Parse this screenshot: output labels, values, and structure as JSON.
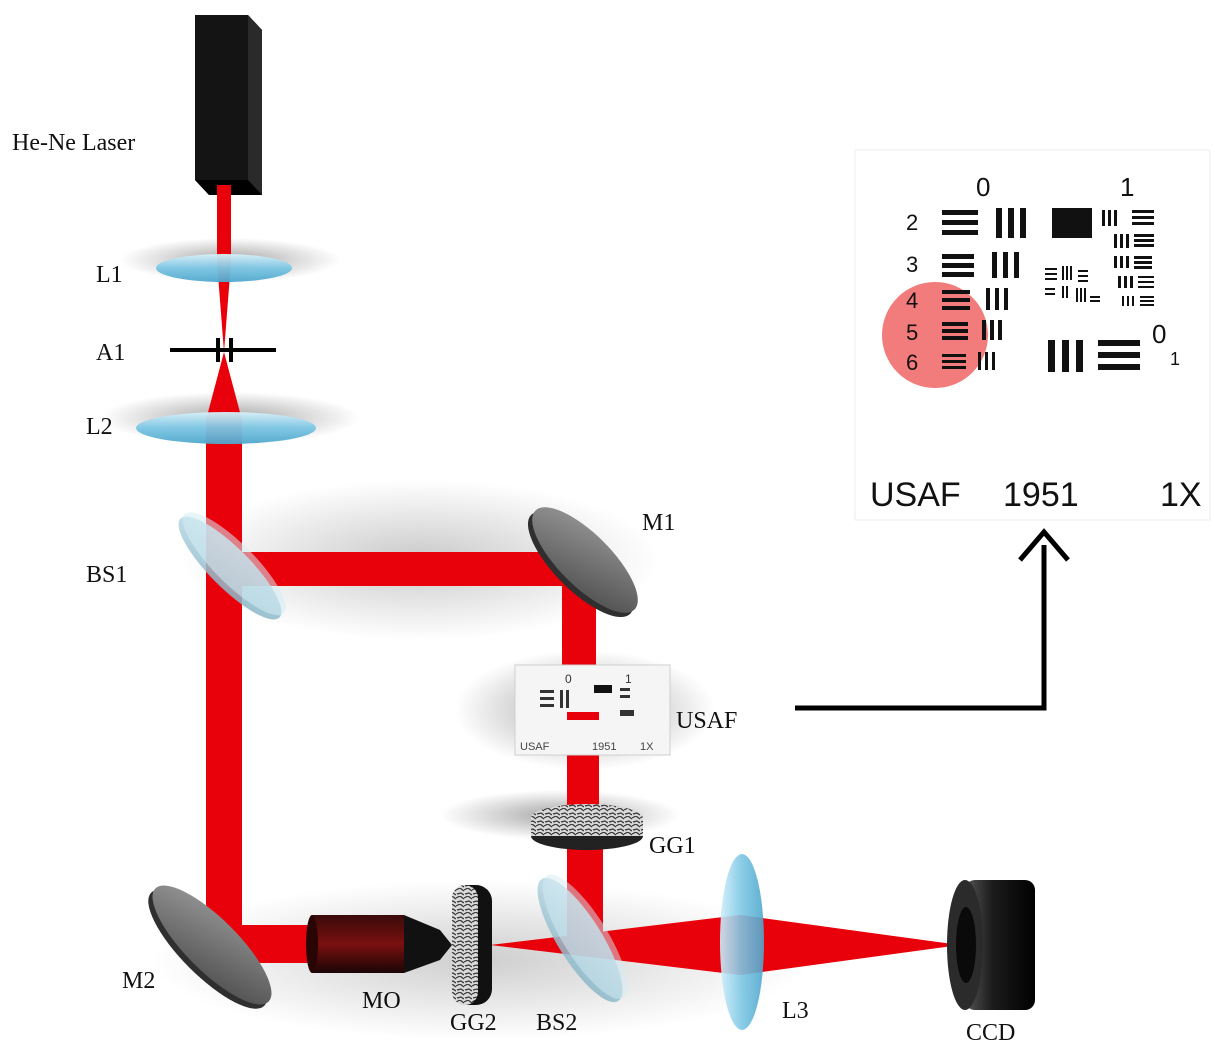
{
  "labels": {
    "laser": "He-Ne Laser",
    "l1": "L1",
    "a1": "A1",
    "l2": "L2",
    "bs1": "BS1",
    "m1": "M1",
    "usaf": "USAF",
    "gg1": "GG1",
    "m2": "M2",
    "mo": "MO",
    "gg2": "GG2",
    "bs2": "BS2",
    "l3": "L3",
    "ccd": "CCD"
  },
  "target_inset": {
    "group_top_left": "0",
    "group_top_right": "1",
    "group_right": "0",
    "group_right_sub": "1",
    "elements": [
      "2",
      "3",
      "4",
      "5",
      "6"
    ],
    "footer_name": "USAF",
    "footer_year": "1951",
    "footer_mag": "1X"
  },
  "small_target": {
    "group_a": "0",
    "group_b": "1",
    "footer_name": "USAF",
    "footer_year": "1951",
    "footer_mag": "1X"
  },
  "colors": {
    "beam": "#e8000a",
    "lens": "#8fd0ea",
    "beam_splitter": "#9cc7d6",
    "mirror": "#6b6b6b",
    "laser_body": "#141414",
    "highlight_spot": "#ef5a5a"
  }
}
